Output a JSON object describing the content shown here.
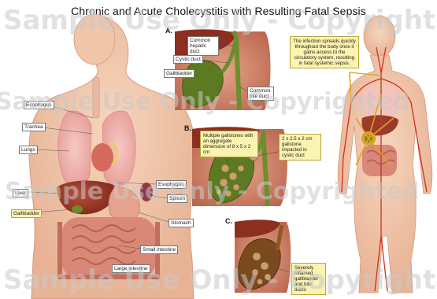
{
  "title": "Chronic and Acute Cholecystitis with Resulting Fatal Sepsis",
  "watermark": "Sample Use Only - Copyrighted",
  "panels": {
    "a": {
      "letter": "A.",
      "labels": {
        "common_hepatic_duct": "Common hepatic duct",
        "cystic_duct": "Cystic duct",
        "gallbladder": "Gallbladder",
        "common_bile_duct": "Common bile duct"
      }
    },
    "b": {
      "letter": "B.",
      "labels": {
        "multiple_gallstones": "Multiple gallstones with an aggregate dimension of 8 x 5 x 2 cm",
        "impacted_stone": "2 x 2.5 x 2 cm gallstone impacted in cystic duct"
      }
    },
    "c": {
      "letter": "C.",
      "labels": {
        "inflamed": "Severely inflamed gallbladder and bile ducts"
      }
    }
  },
  "torso_labels": {
    "esophagus_top": "Esophagus",
    "trachea": "Trachea",
    "lungs": "Lungs",
    "esophagus_mid": "Esophagus",
    "liver": "Liver",
    "spleen": "Spleen",
    "gallbladder": "Gallbladder",
    "stomach": "Stomach",
    "small_intestine": "Small intestine",
    "large_intestine": "Large intestine"
  },
  "sepsis_note": "The infection spreads quickly throughout the body once it gains access to the circulatory system, resulting in fatal systemic sepsis.",
  "colors": {
    "skin": "#f2c8aa",
    "liver": "#9b3b2c",
    "gallbladder": "#6e8a2c",
    "callout": "#fbf3b0"
  }
}
